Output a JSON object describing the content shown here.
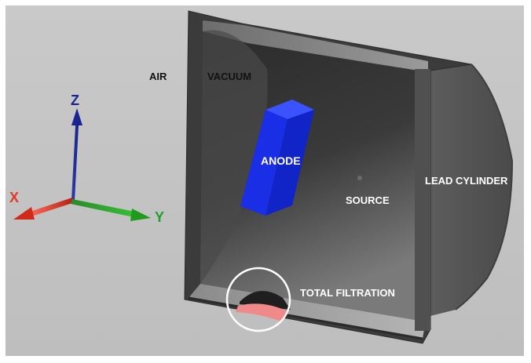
{
  "labels": {
    "air": "AIR",
    "vacuum": "VACUUM",
    "anode": "ANODE",
    "source": "SOURCE",
    "lead_cylinder": "LEAD CYLINDER",
    "total_filtration": "TOTAL FILTRATION"
  },
  "axes": {
    "x": "X",
    "y": "Y",
    "z": "Z"
  },
  "colors": {
    "background": "#c3c3c3",
    "housing": "#3a3a3a",
    "anode": "#1a2ee6",
    "filter": "#f08080",
    "axis_x": "#e03a2a",
    "axis_y": "#1fa02a",
    "axis_z": "#2030a0"
  }
}
